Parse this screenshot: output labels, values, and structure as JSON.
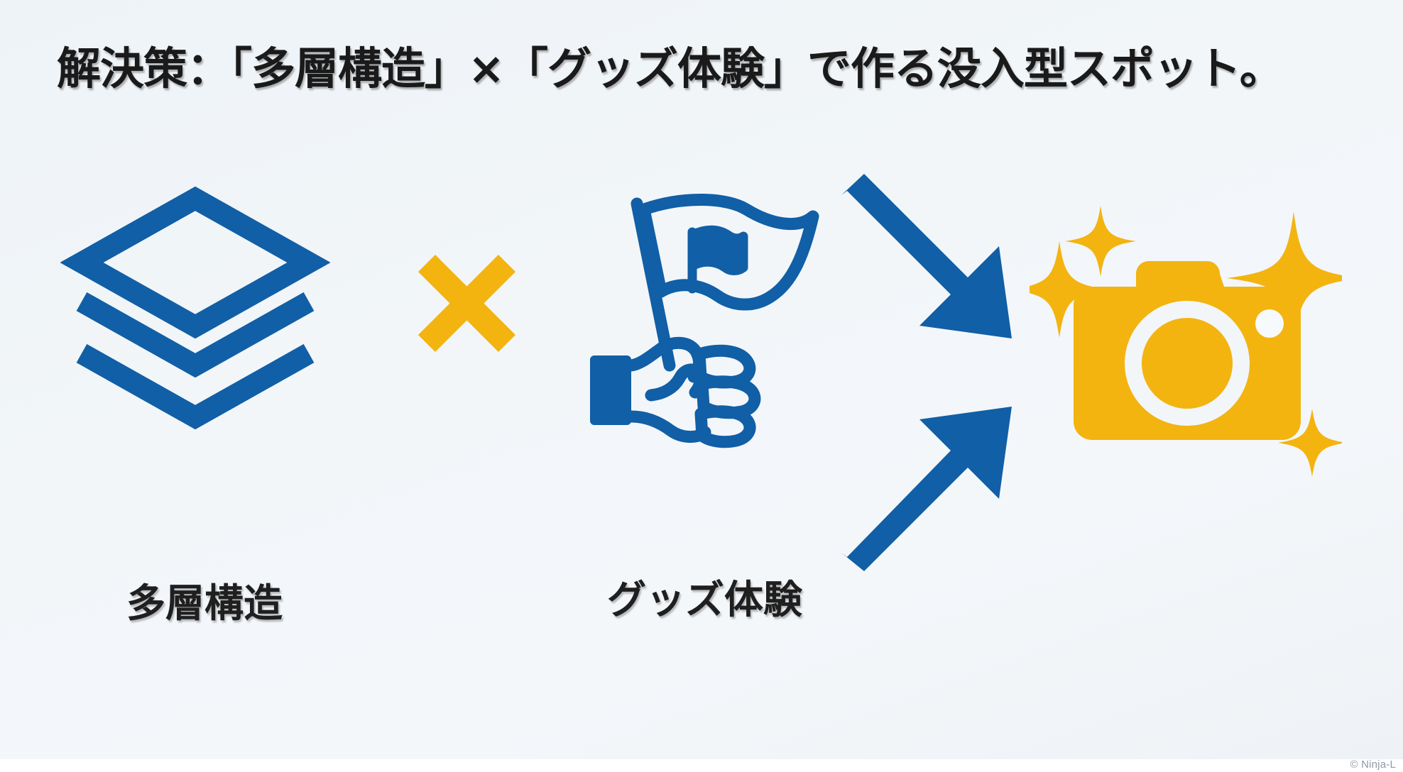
{
  "slide": {
    "title": "解決策：「多層構造」×「グッズ体験」で作る没入型スポット。",
    "background_color": "#f1f5f8",
    "accent_blue": "#115FA6",
    "accent_yellow": "#F3B410",
    "text_color": "#1a1a1a"
  },
  "diagram": {
    "items": [
      {
        "id": "layers",
        "icon": "layers-stack-icon",
        "caption": "多層構造",
        "color": "#115FA6"
      },
      {
        "id": "operator",
        "icon": "times-multiply-icon",
        "caption": "",
        "color": "#F3B410"
      },
      {
        "id": "goods",
        "icon": "hand-holding-flag-icon",
        "caption": "グッズ体験",
        "color": "#115FA6"
      },
      {
        "id": "arrows",
        "icon": "converging-arrows-icon",
        "caption": "",
        "color": "#115FA6"
      },
      {
        "id": "result",
        "icon": "camera-sparkle-icon",
        "caption": "",
        "color": "#F3B410"
      }
    ]
  },
  "footer": {
    "watermark": "© Ninja-L"
  },
  "chart_data": {
    "type": "diagram",
    "title": "解決策：「多層構造」×「グッズ体験」で作る没入型スポット。",
    "nodes": [
      {
        "label": "多層構造",
        "icon": "layers-stack-icon",
        "color": "#115FA6"
      },
      {
        "label": "グッズ体験",
        "icon": "hand-holding-flag-icon",
        "color": "#115FA6"
      },
      {
        "label": "",
        "icon": "camera-sparkle-icon",
        "color": "#F3B410"
      }
    ],
    "operators": [
      "×",
      "→"
    ],
    "flow": "多層構造 × グッズ体験 → 没入型スポット（撮影体験）"
  }
}
